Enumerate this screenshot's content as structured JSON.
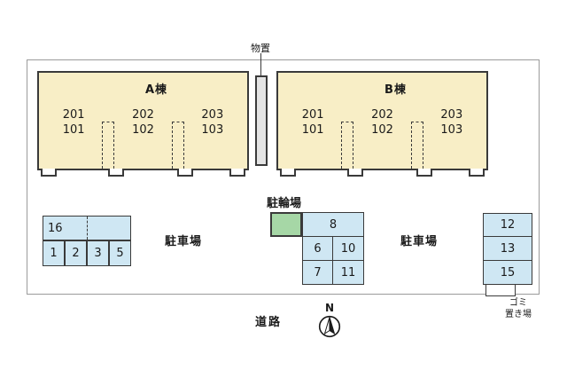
{
  "colors": {
    "building_fill": "#f8eec6",
    "parking_fill": "#cfe7f3",
    "bike_fill": "#a6d7a6",
    "storage_fill": "#e4e4e4"
  },
  "labels": {
    "storage": "物置",
    "bike_parking": "駐輪場",
    "parking_lot": "駐車場",
    "road": "道路",
    "north": "N",
    "garbage_line1": "ゴミ",
    "garbage_line2": "置き場"
  },
  "building_a": {
    "name": "A棟",
    "units": [
      {
        "upper": "201",
        "lower": "101"
      },
      {
        "upper": "202",
        "lower": "102"
      },
      {
        "upper": "203",
        "lower": "103"
      }
    ]
  },
  "building_b": {
    "name": "B棟",
    "units": [
      {
        "upper": "201",
        "lower": "101"
      },
      {
        "upper": "202",
        "lower": "102"
      },
      {
        "upper": "203",
        "lower": "103"
      }
    ]
  },
  "parking": {
    "left_block": {
      "row1": [
        "16"
      ],
      "row2": [
        "1",
        "2",
        "3",
        "5"
      ]
    },
    "middle_block": {
      "row1": [
        "8"
      ],
      "row2": [
        "6",
        "10"
      ],
      "row3": [
        "7",
        "11"
      ]
    },
    "right_block": [
      "12",
      "13",
      "15"
    ]
  }
}
